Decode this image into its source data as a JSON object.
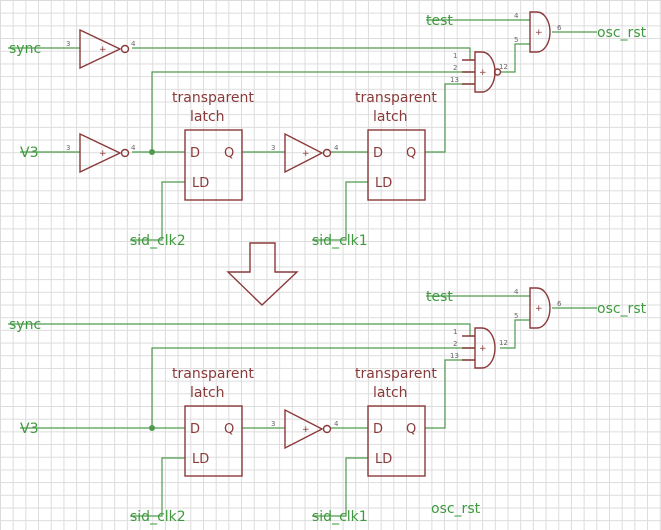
{
  "nets": {
    "sync": "sync",
    "v3": "V3",
    "test": "test",
    "osc_rst": "osc_rst",
    "sid_clk1": "sid_clk1",
    "sid_clk2": "sid_clk2"
  },
  "latch": {
    "line1": "transparent",
    "line2": "latch",
    "d": "D",
    "q": "Q",
    "ld": "LD"
  },
  "gate_symbols": {
    "buffer": "+",
    "and": "+"
  },
  "pin_numbers": {
    "in3": "3",
    "out4": "4",
    "and_in1": "1",
    "and_in2": "2",
    "and_in13": "13",
    "and_out12": "12",
    "and2_in4": "4",
    "and2_in5": "5",
    "and2_out6": "6"
  },
  "colors": {
    "wire": "#4f9a4f",
    "part": "#8b3a3a",
    "net_label": "#3f9a3f",
    "grid": "#dcdcdc"
  },
  "arrow": "down-arrow"
}
